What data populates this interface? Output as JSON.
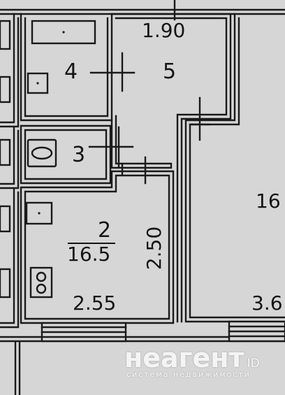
{
  "plan": {
    "rooms": [
      {
        "id": "room-4",
        "number": "4"
      },
      {
        "id": "room-5",
        "number": "5",
        "dimension": "1.90"
      },
      {
        "id": "room-3",
        "number": "3"
      },
      {
        "id": "room-2",
        "number": "2",
        "area": "16.5",
        "width": "2.55",
        "length": "2.50"
      },
      {
        "id": "room-right",
        "area": "16",
        "width": "3.6"
      }
    ]
  },
  "watermark": {
    "brand": "неагент",
    "suffix": "ID",
    "tagline": "система недвижимости"
  },
  "colors": {
    "background": "#d6d6d6",
    "wall": "#1a1a1a",
    "watermark": "#ffffff"
  }
}
